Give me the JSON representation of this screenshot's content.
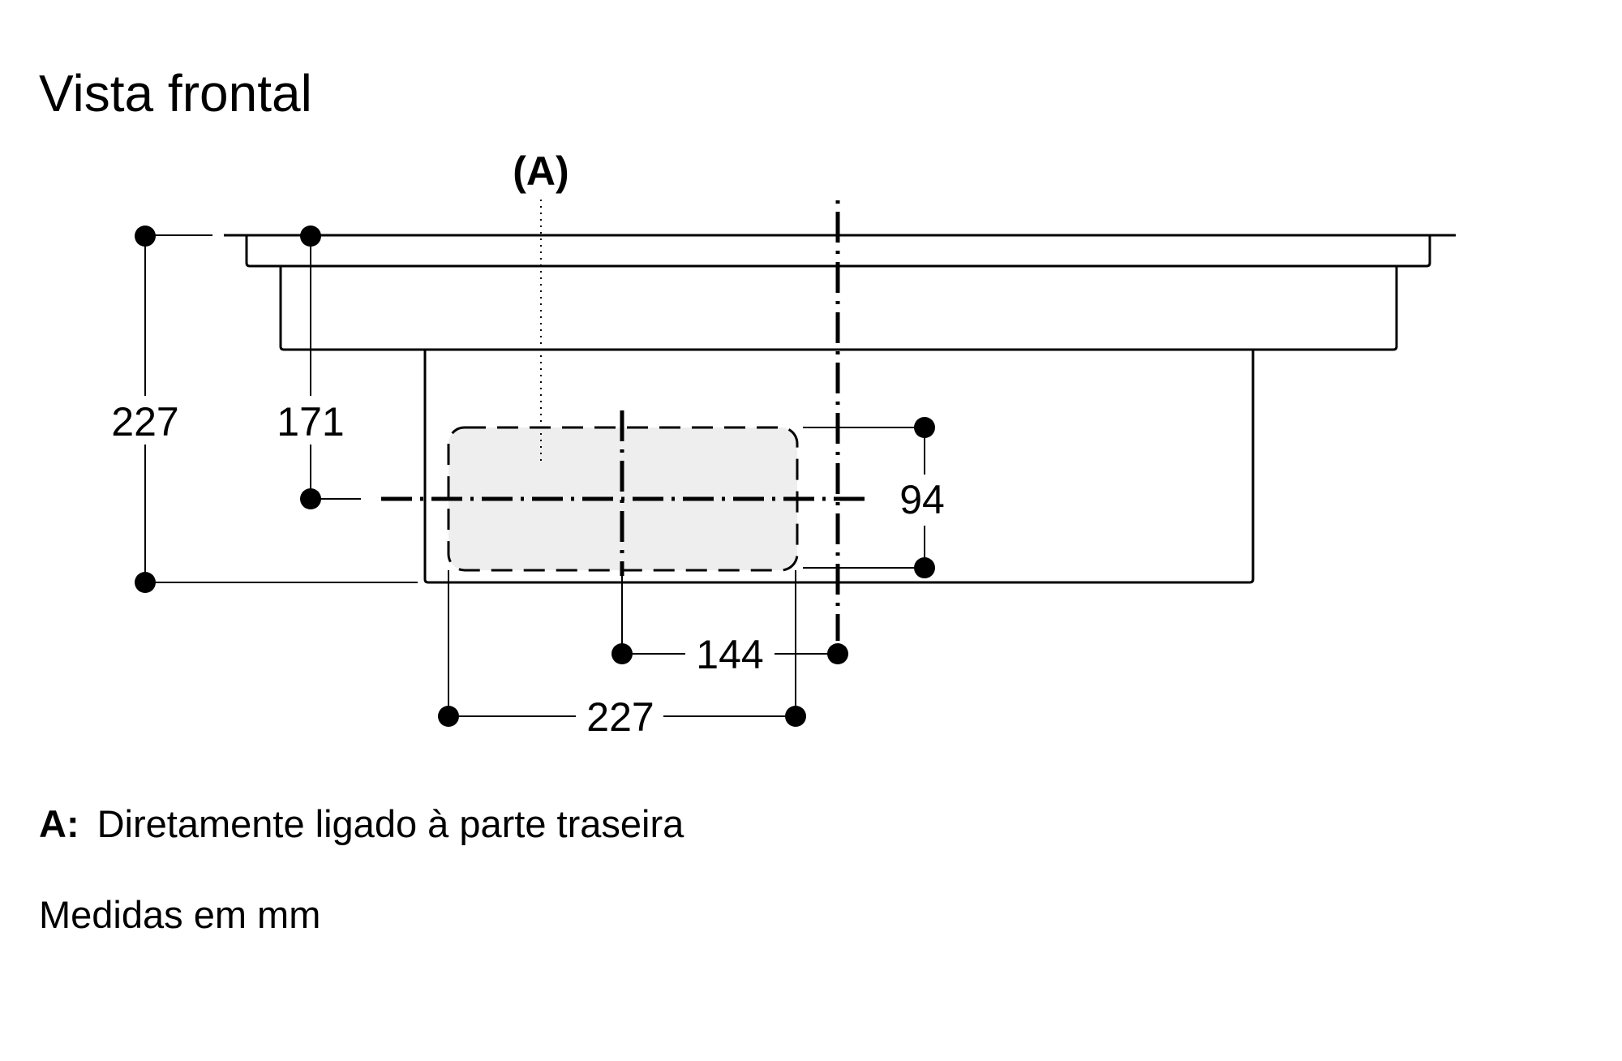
{
  "title": "Vista frontal",
  "callout": "(A)",
  "legend": {
    "key": "A:",
    "text": "Diretamente ligado à parte traseira"
  },
  "units_note": "Medidas em mm",
  "dimensions": {
    "total_height": "227",
    "center_height": "171",
    "opening_height": "94",
    "center_offset": "144",
    "opening_width": "227"
  }
}
